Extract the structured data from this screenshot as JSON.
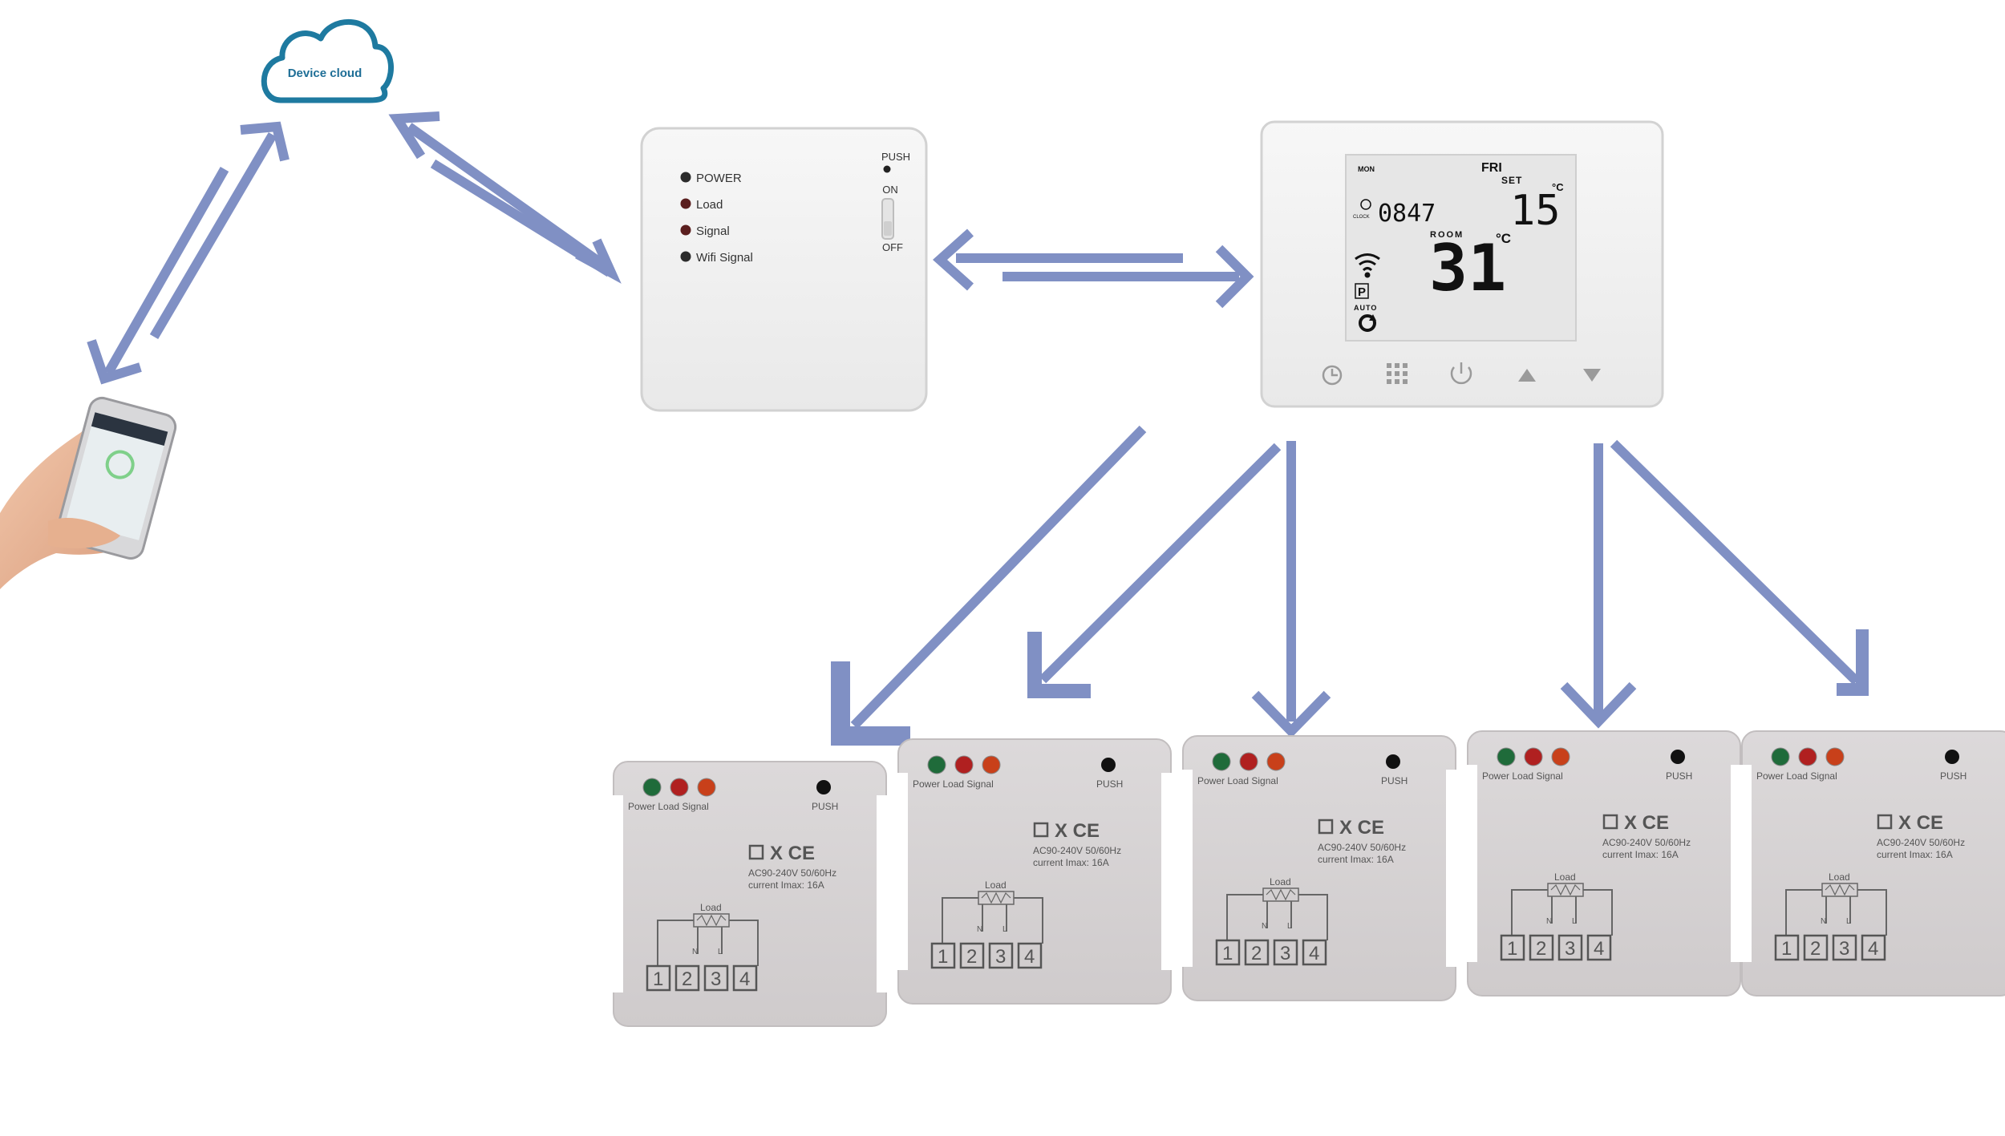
{
  "cloud": {
    "label": "Device cloud"
  },
  "gateway": {
    "indicators": [
      {
        "label": "POWER",
        "color": "#2b2b2b"
      },
      {
        "label": "Load",
        "color": "#5a1e1e"
      },
      {
        "label": "Signal",
        "color": "#5a1e1e"
      },
      {
        "label": "Wifi Signal",
        "color": "#2b2b2b"
      }
    ],
    "push_label": "PUSH",
    "on_label": "ON",
    "off_label": "OFF"
  },
  "thermostat": {
    "day_left": "MON",
    "day_right": "FRI",
    "set_label": "SET",
    "set_temp": "15",
    "unit": "°C",
    "clock_label": "CLOCK",
    "clock_time": "0847",
    "room_label": "ROOM",
    "room_temp": "31",
    "p_label": "P",
    "auto_label": "AUTO"
  },
  "receiver": {
    "led_colors": [
      "#1f6b3a",
      "#b02020",
      "#c8401a"
    ],
    "led_labels": "Power  Load  Signal",
    "push_label": "PUSH",
    "cert_marks": "X CE",
    "rating_line1": "AC90-240V 50/60Hz",
    "rating_line2": "current Imax: 16A",
    "load_label": "Load",
    "wire_labels": [
      "N",
      "L"
    ],
    "terminals": [
      "1",
      "2",
      "3",
      "4"
    ]
  },
  "colors": {
    "arrow": "#8090c4",
    "cloud_stroke": "#1e7aa0",
    "cloud_text": "#1e6e96"
  }
}
